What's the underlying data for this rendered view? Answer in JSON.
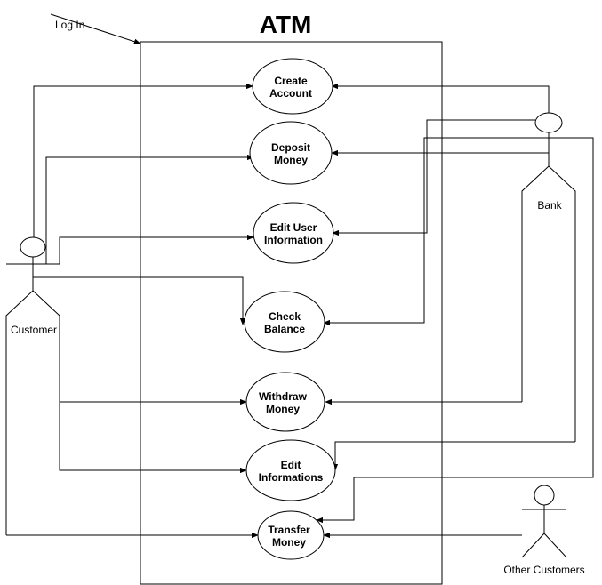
{
  "system": {
    "title": "ATM"
  },
  "login_label": "Log In",
  "actors": {
    "customer": "Customer",
    "bank": "Bank",
    "other_customers": "Other Customers"
  },
  "use_cases": {
    "create_account": [
      "Create",
      "Account"
    ],
    "deposit_money": [
      "Deposit",
      "Money"
    ],
    "edit_user_information": [
      "Edit User",
      "Information"
    ],
    "check_balance": [
      "Check",
      "Balance"
    ],
    "withdraw_money": [
      "Withdraw",
      "Money"
    ],
    "edit_informations": [
      "Edit",
      "Informations"
    ],
    "transfer_money": [
      "Transfer",
      "Money"
    ]
  }
}
